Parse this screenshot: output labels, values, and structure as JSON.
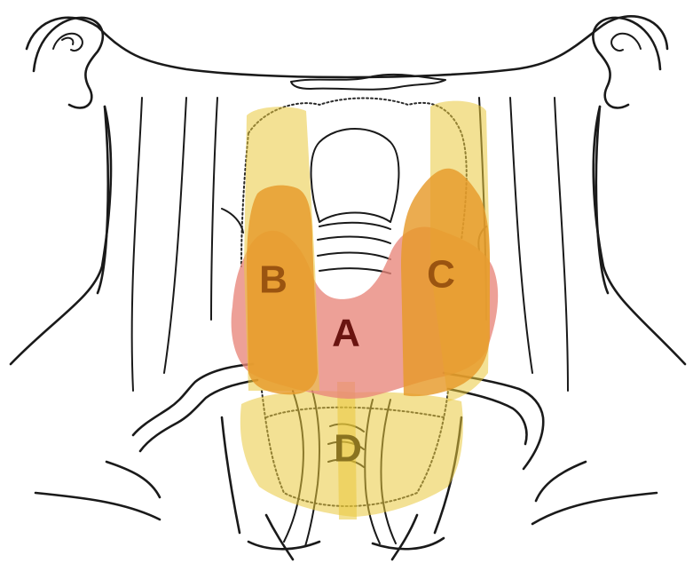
{
  "regions": [
    {
      "id": "A",
      "label": "A",
      "fill": "#e8857a",
      "text_color": "#6a1410"
    },
    {
      "id": "B",
      "label": "B",
      "fill": "#e79a2a",
      "text_color": "#9a5410"
    },
    {
      "id": "C",
      "label": "C",
      "fill": "#e79a2a",
      "text_color": "#9a5410"
    },
    {
      "id": "D",
      "label": "D",
      "fill": "#e9c93c",
      "text_color": "#8a7320"
    }
  ],
  "colors": {
    "outline": "#1a1a1a",
    "yellow_band": "#e9c93c"
  }
}
